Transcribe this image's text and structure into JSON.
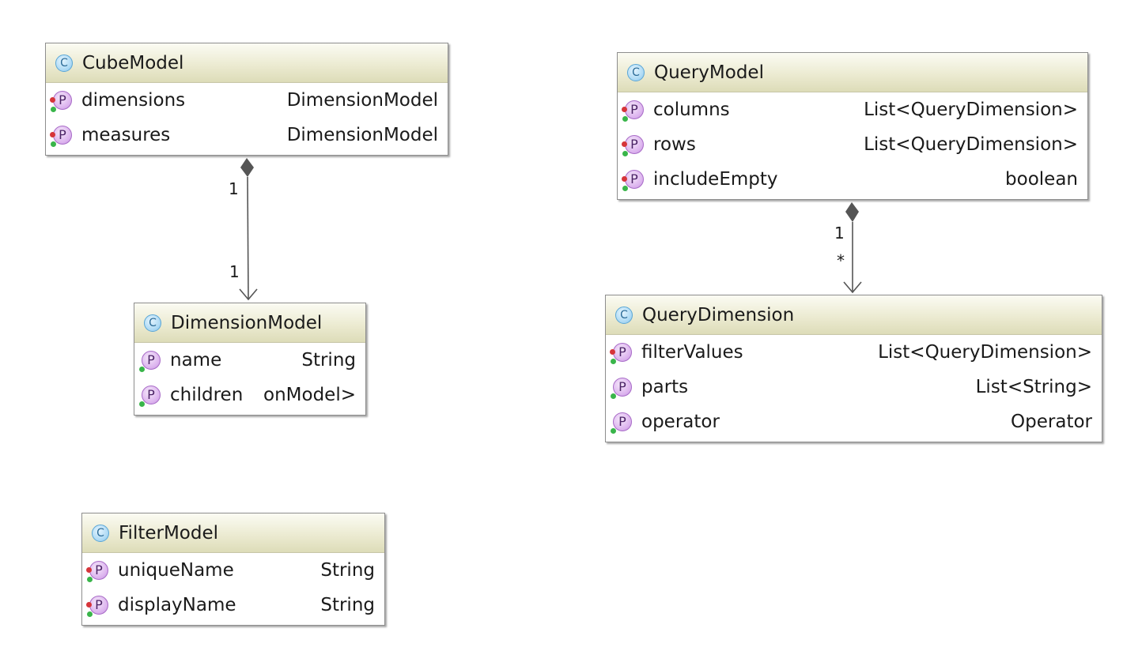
{
  "classes": {
    "cube": {
      "name": "CubeModel",
      "fields": [
        {
          "name": "dimensions",
          "type": "DimensionModel"
        },
        {
          "name": "measures",
          "type": "DimensionModel"
        }
      ]
    },
    "query": {
      "name": "QueryModel",
      "fields": [
        {
          "name": "columns",
          "type": "List<QueryDimension>"
        },
        {
          "name": "rows",
          "type": "List<QueryDimension>"
        },
        {
          "name": "includeEmpty",
          "type": "boolean"
        }
      ]
    },
    "dimension": {
      "name": "DimensionModel",
      "fields": [
        {
          "name": "name",
          "type": "String"
        },
        {
          "name": "children",
          "type": "onModel>"
        }
      ]
    },
    "qdim": {
      "name": "QueryDimension",
      "fields": [
        {
          "name": "filterValues",
          "type": "List<QueryDimension>"
        },
        {
          "name": "parts",
          "type": "List<String>"
        },
        {
          "name": "operator",
          "type": "Operator"
        }
      ]
    },
    "filter": {
      "name": "FilterModel",
      "fields": [
        {
          "name": "uniqueName",
          "type": "String"
        },
        {
          "name": "displayName",
          "type": "String"
        }
      ]
    }
  },
  "icons": {
    "class_letter": "C",
    "property_letter": "P"
  },
  "associations": [
    {
      "from": "CubeModel",
      "to": "DimensionModel",
      "kind": "composition",
      "source_multiplicity": "1",
      "target_multiplicity": "1"
    },
    {
      "from": "QueryModel",
      "to": "QueryDimension",
      "kind": "composition",
      "source_multiplicity": "1",
      "target_multiplicity": "*"
    }
  ],
  "colors": {
    "class_icon": "#b2dcf5",
    "property_icon": "#dcb3ee",
    "header_gradient": "#ecebd2",
    "connector": "#555555"
  }
}
